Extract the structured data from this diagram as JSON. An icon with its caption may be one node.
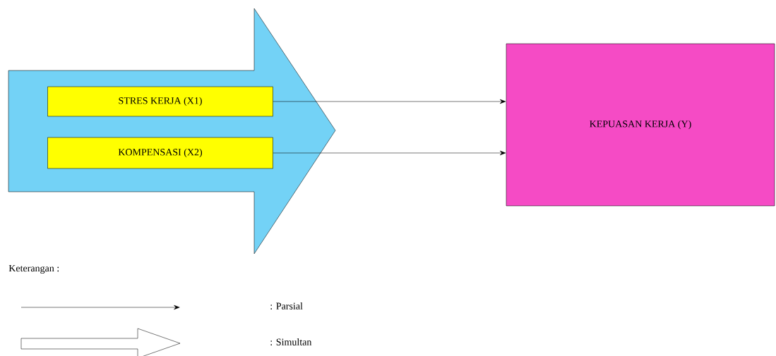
{
  "diagram": {
    "nodes": [
      {
        "text": [],
        "shape": "arrow"
      },
      {
        "text": [
          "STRES KERJA (X1)"
        ],
        "in": 0
      },
      {
        "text": [
          "KOMPENSASI (X2)"
        ],
        "in": 0
      },
      {
        "text": [
          "KEPUASAN KERJA (Y)"
        ]
      }
    ],
    "edges": [
      {
        "from": 1,
        "to": 3,
        "arrow": "to"
      },
      {
        "from": 2,
        "to": 3,
        "arrow": "to"
      }
    ],
    "labels": [
      "Keterangan :"
    ],
    "legend": [
      {
        "text": ": Parsial"
      },
      {
        "text": ": Simultan"
      }
    ]
  }
}
